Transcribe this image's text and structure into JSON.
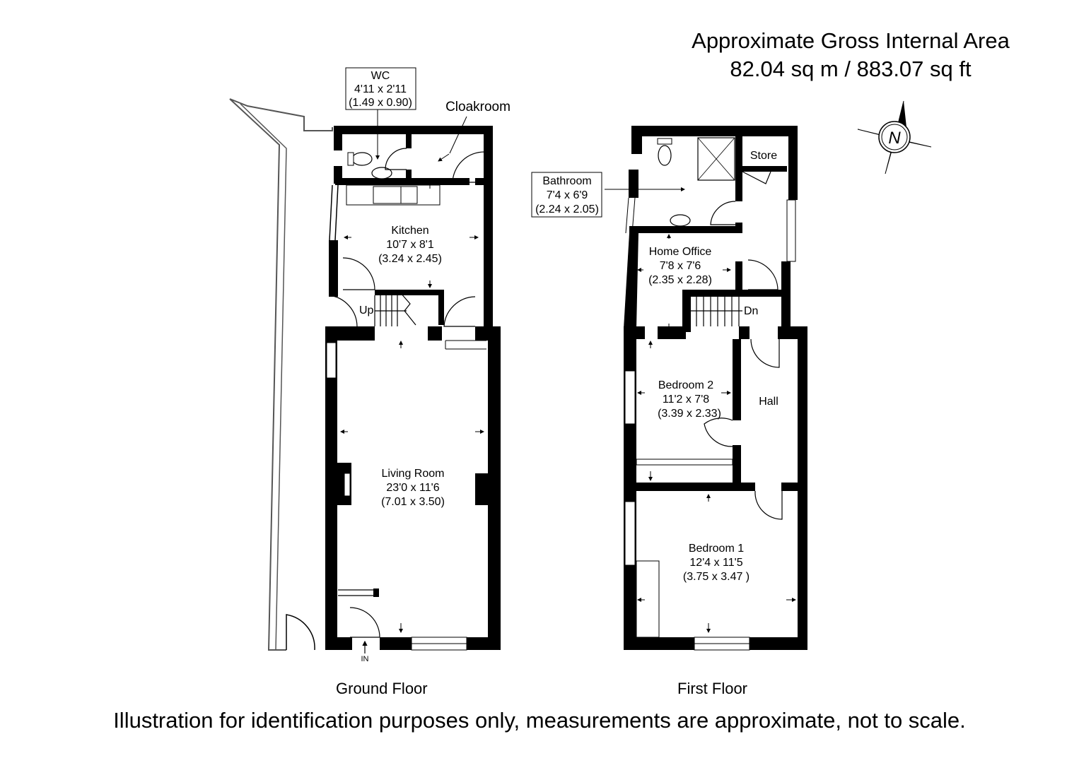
{
  "header": {
    "title": "Approximate Gross Internal Area",
    "area": "82.04 sq m / 883.07 sq ft"
  },
  "compass": {
    "label": "N",
    "icon": "north-compass-icon"
  },
  "ground_floor": {
    "label": "Ground Floor",
    "entrance_label": "IN",
    "stairs_label": "Up",
    "rooms": {
      "wc": {
        "name": "WC",
        "imperial": "4'11 x 2'11",
        "metric": "(1.49 x 0.90)"
      },
      "cloakroom": {
        "name": "Cloakroom"
      },
      "kitchen": {
        "name": "Kitchen",
        "imperial": "10'7 x 8'1",
        "metric": "(3.24 x 2.45)"
      },
      "living": {
        "name": "Living Room",
        "imperial": "23'0 x 11'6",
        "metric": "(7.01 x 3.50)"
      }
    }
  },
  "first_floor": {
    "label": "First Floor",
    "stairs_label": "Dn",
    "rooms": {
      "bathroom": {
        "name": "Bathroom",
        "imperial": "7'4 x 6'9",
        "metric": "(2.24 x 2.05)"
      },
      "store": {
        "name": "Store"
      },
      "office": {
        "name": "Home Office",
        "imperial": "7'8 x 7'6",
        "metric": "(2.35 x 2.28)"
      },
      "bedroom2": {
        "name": "Bedroom 2",
        "imperial": "11'2 x 7'8",
        "metric": "(3.39 x 2.33)"
      },
      "hall": {
        "name": "Hall"
      },
      "bedroom1": {
        "name": "Bedroom 1",
        "imperial": "12'4 x 11'5",
        "metric": "(3.75 x 3.47 )"
      }
    }
  },
  "disclaimer": "Illustration for identification purposes only, measurements are approximate, not to scale."
}
